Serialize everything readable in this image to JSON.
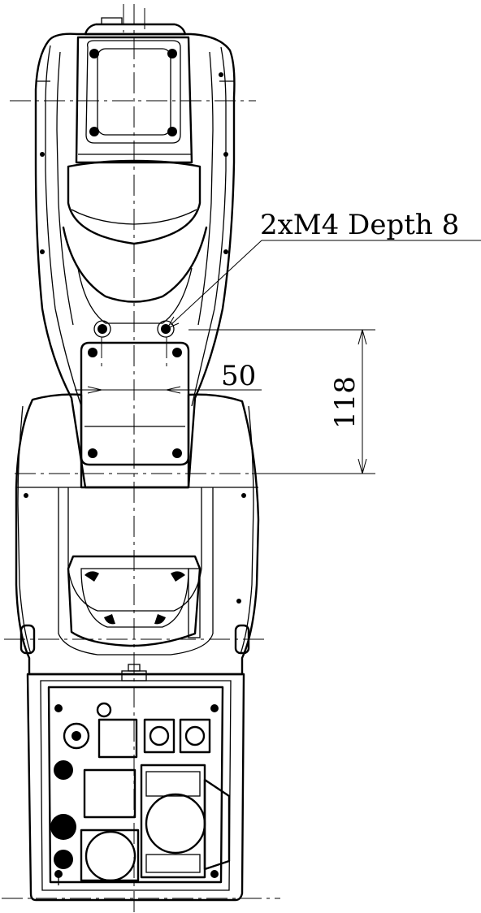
{
  "drawing": {
    "thread_callout": "2xM4 Depth 8",
    "dim_horizontal": "50",
    "dim_vertical": "118"
  },
  "colors": {
    "line": "#000000",
    "background": "#ffffff"
  }
}
